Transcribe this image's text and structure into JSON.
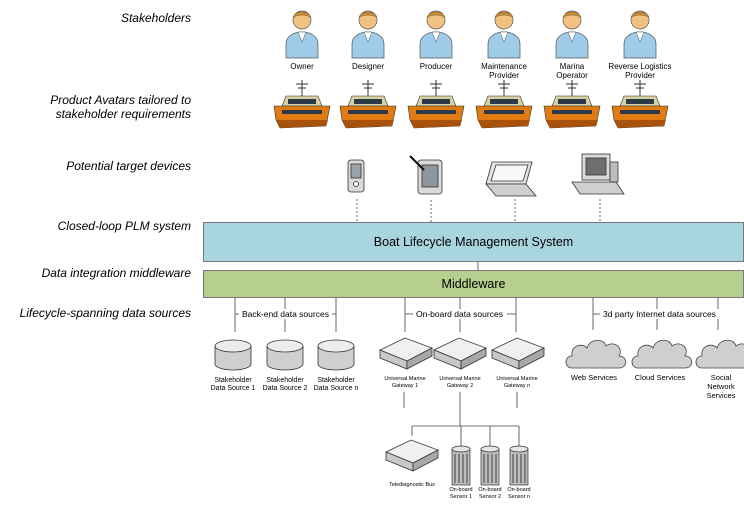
{
  "layers": {
    "stakeholders": "Stakeholders",
    "avatars": "Product Avatars tailored to\nstakeholder requirements",
    "devices": "Potential target devices",
    "plm": "Closed-loop PLM system",
    "middleware": "Data integration middleware",
    "sources": "Lifecycle-spanning data sources"
  },
  "stakeholders": [
    "Owner",
    "Designer",
    "Producer",
    "Maintenance Provider",
    "Marina Operator",
    "Reverse Logistics Provider"
  ],
  "devices": [
    "pda-icon",
    "tablet-icon",
    "laptop-icon",
    "desktop-computer-icon"
  ],
  "plm_system": "Boat Lifecycle Management System",
  "middleware": "Middleware",
  "groups": {
    "backend": "Back-end data sources",
    "onboard": "On-board data sources",
    "thirdparty": "3d party Internet data sources"
  },
  "backend_sources": [
    "Stakeholder Data Source 1",
    "Stakeholder Data Source 2",
    "Stakeholder Data Source n"
  ],
  "gateways": [
    "Universal Marine Gateway 1",
    "Universal Marine Gateway 2",
    "Universal Marine Gateway n"
  ],
  "cloud_services": [
    "Web Services",
    "Cloud Services",
    "Social Network Services"
  ],
  "telediagnostic": "Telediagnostic Bus",
  "sensors": [
    "On-board Sensor 1",
    "On-board Sensor 2",
    "On-board Sensor n"
  ],
  "colors": {
    "plm": "#a9d5df",
    "middleware": "#b7cf8e",
    "person": "#9ecbe8",
    "boat_hull": "#e07a12"
  }
}
